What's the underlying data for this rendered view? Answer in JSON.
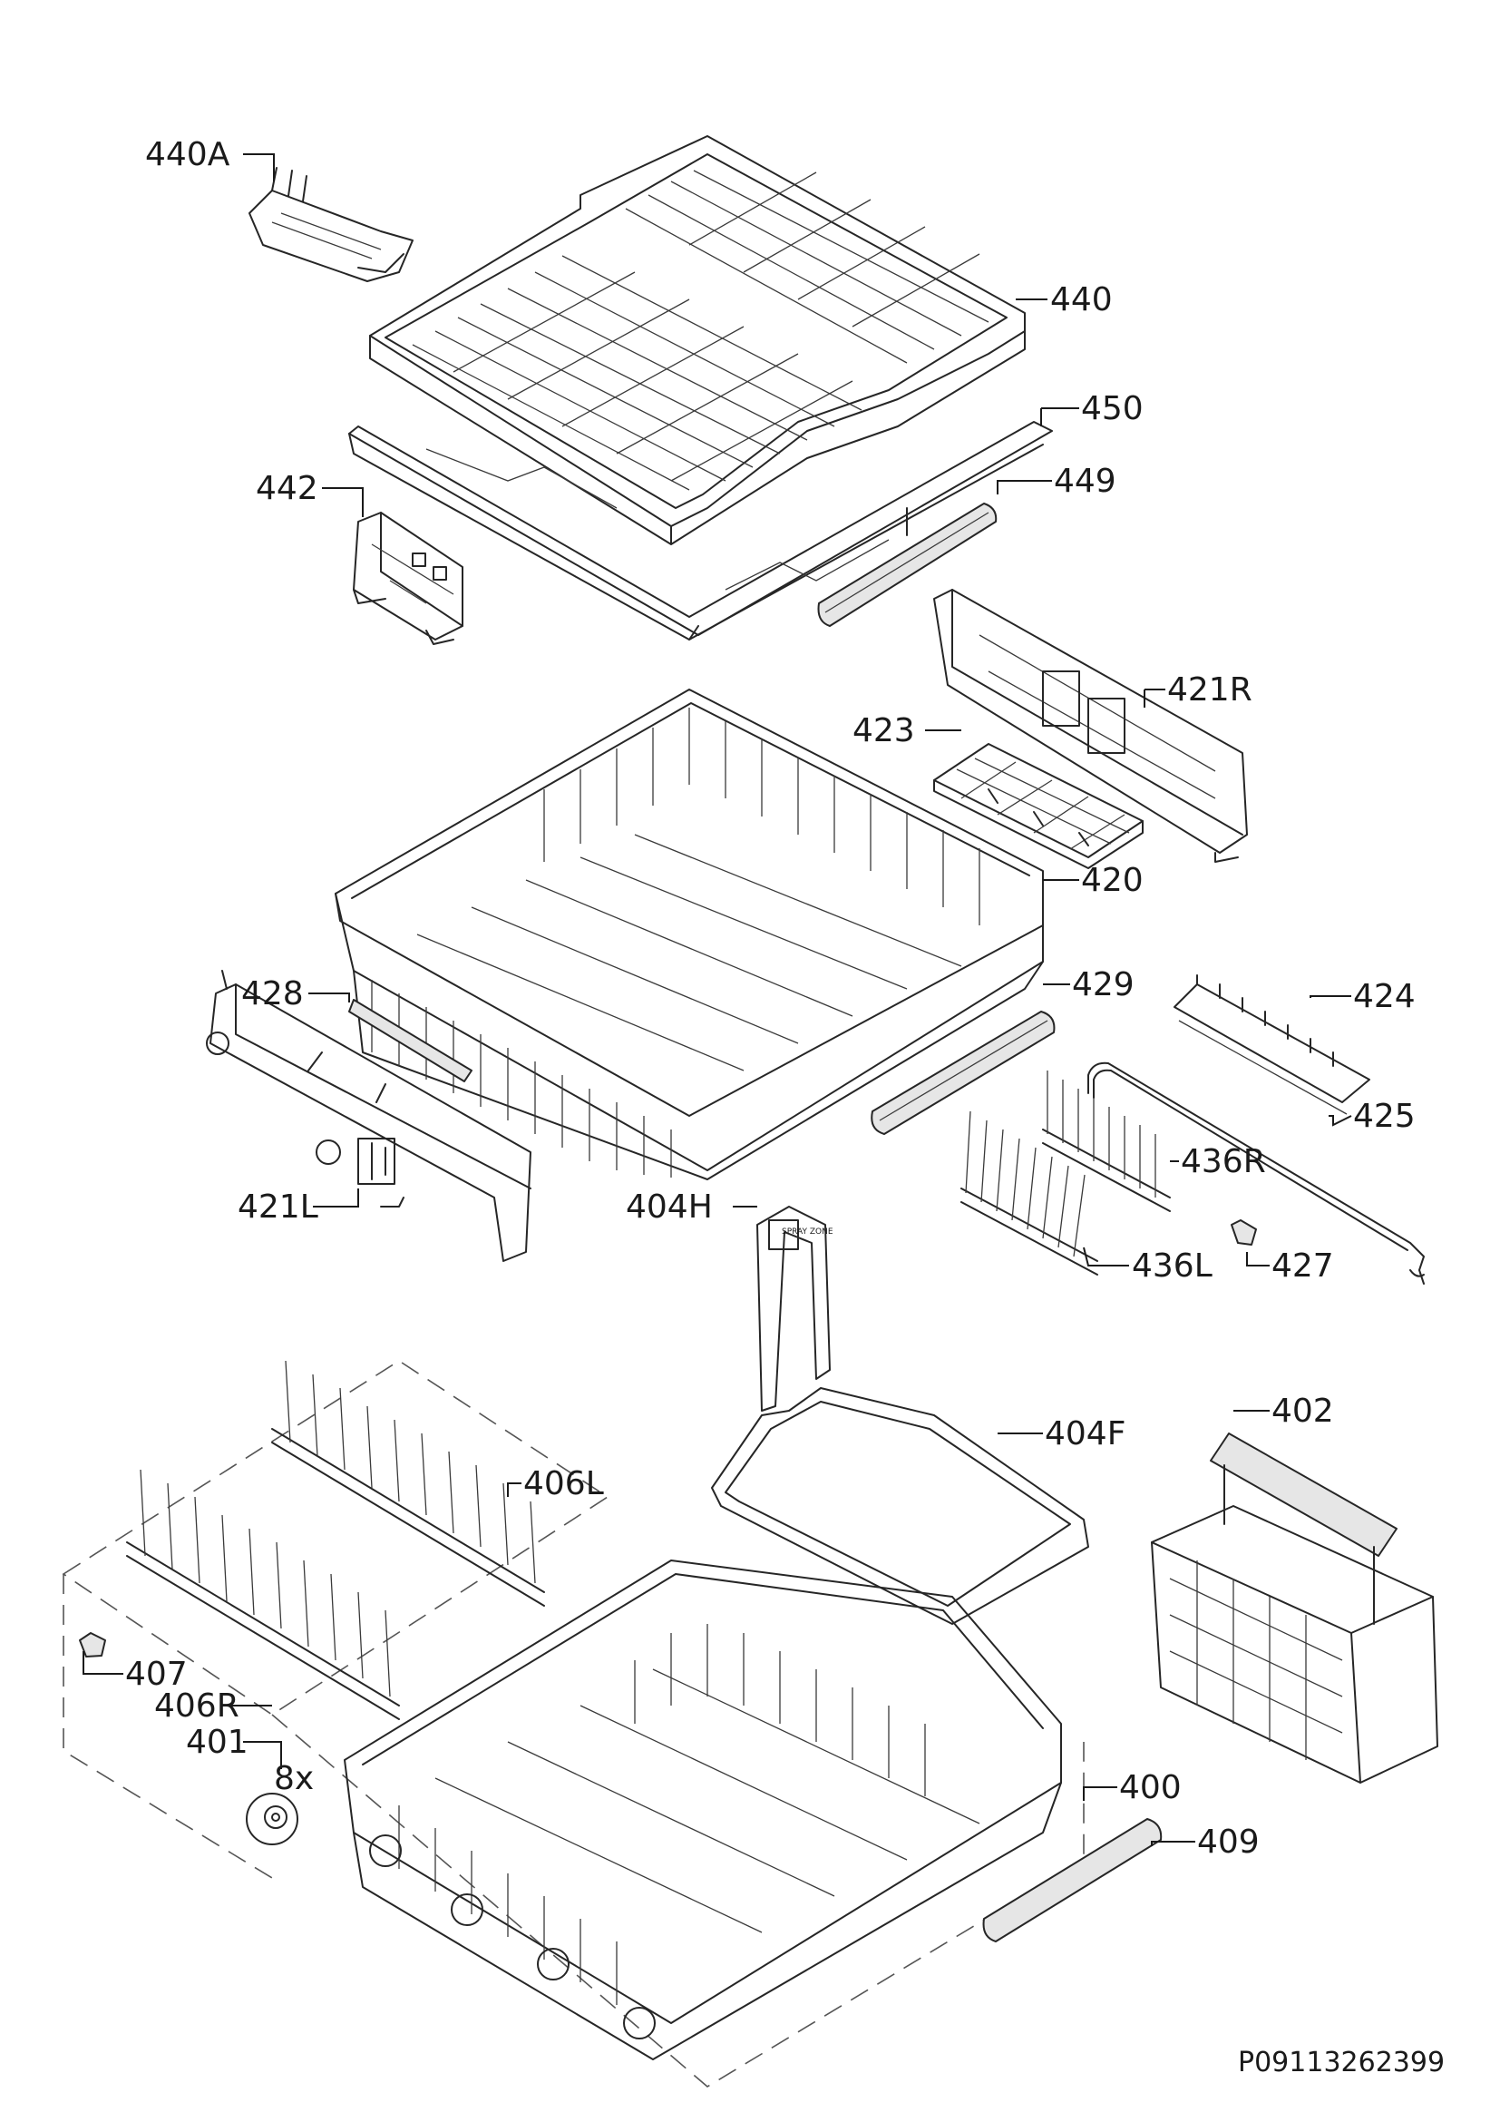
{
  "drawing_code": "P09113262399",
  "labels": {
    "l440A": "440A",
    "l440": "440",
    "l450": "450",
    "l442": "442",
    "l449": "449",
    "l421R": "421R",
    "l423": "423",
    "l420": "420",
    "l428": "428",
    "l429": "429",
    "l424": "424",
    "l425": "425",
    "l436R": "436R",
    "l421L": "421L",
    "l404H": "404H",
    "l436L": "436L",
    "l427": "427",
    "l404F": "404F",
    "l402": "402",
    "l406L": "406L",
    "l407": "407",
    "l406R": "406R",
    "l401": "401",
    "l401qty": "8x",
    "l400": "400",
    "l409": "409"
  },
  "handle_text": "SPRAY ZONE"
}
